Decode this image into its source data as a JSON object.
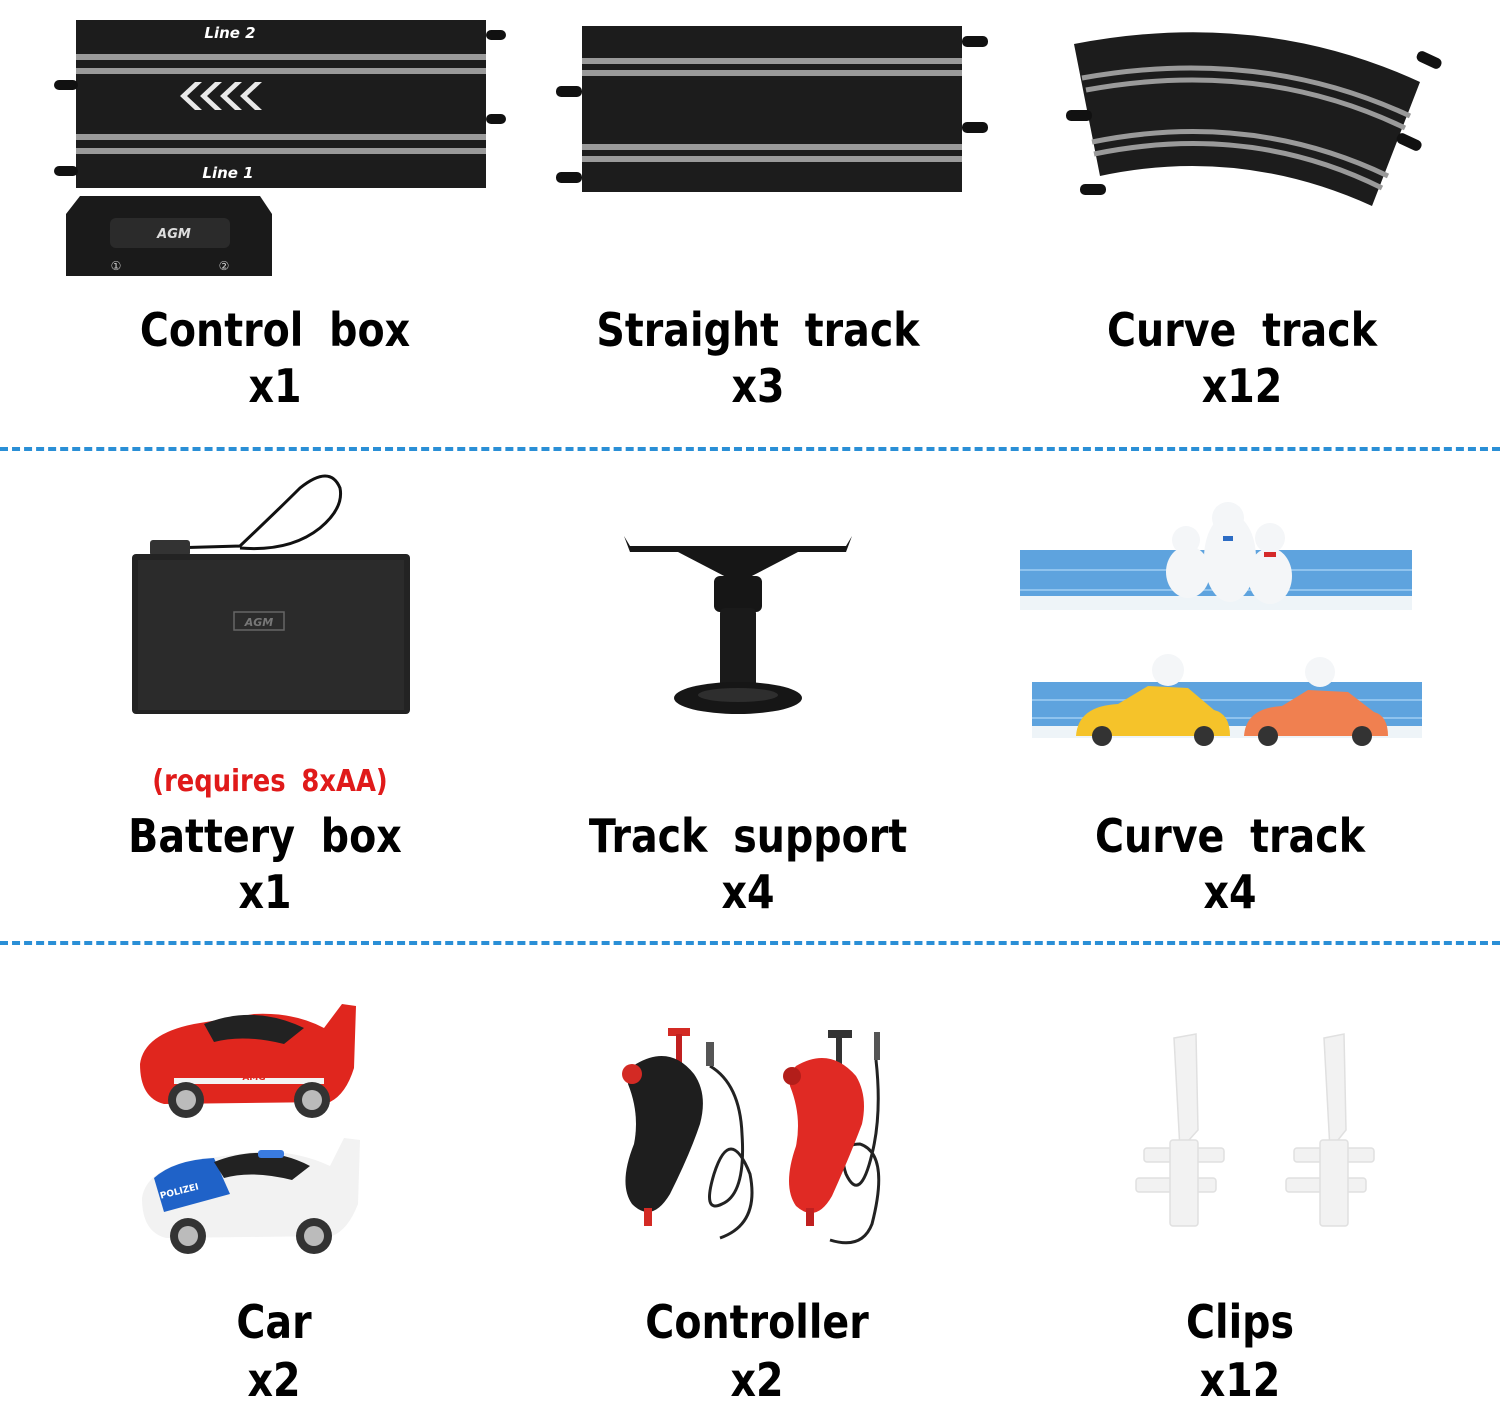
{
  "items": [
    {
      "name": "Control box",
      "qty": "x1",
      "track_labels": [
        "Line 2",
        "Line 1"
      ],
      "logo": "AGM",
      "ports": [
        "①",
        "②"
      ]
    },
    {
      "name": "Straight track",
      "qty": "x3"
    },
    {
      "name": "Curve track",
      "qty": "x12"
    },
    {
      "name": "Battery box",
      "qty": "x1",
      "note": "(requires 8xAA)",
      "logo": "AGM"
    },
    {
      "name": "Track support",
      "qty": "x4"
    },
    {
      "name": "Curve track",
      "qty": "x4"
    },
    {
      "name": "Car",
      "qty": "x2",
      "decals": [
        "AMG",
        "POLIZEI"
      ]
    },
    {
      "name": "Controller",
      "qty": "x2"
    },
    {
      "name": "Clips",
      "qty": "x12"
    }
  ],
  "colors": {
    "divider": "#2a8fd6",
    "note": "#e01a1a",
    "track": "#1c1c1c"
  }
}
